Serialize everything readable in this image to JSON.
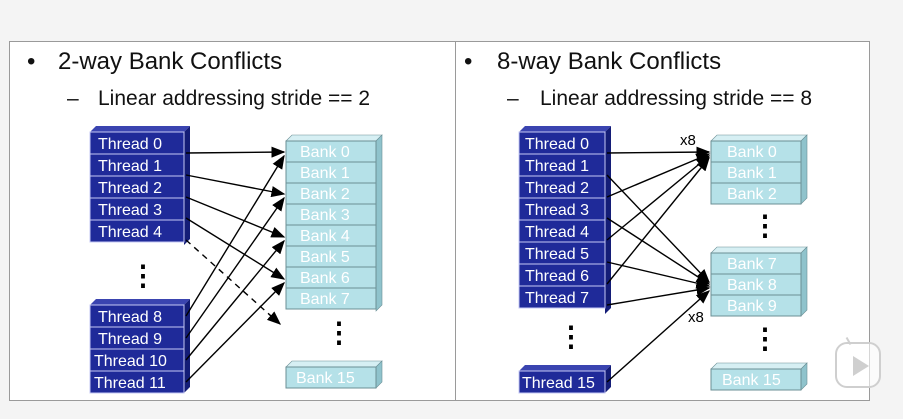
{
  "left": {
    "bullet": "•",
    "title": "2-way Bank Conflicts",
    "dash": "–",
    "subtitle": "Linear addressing stride == 2",
    "threads_top": [
      "Thread 0",
      "Thread 1",
      "Thread 2",
      "Thread 3",
      "Thread 4"
    ],
    "threads_bottom": [
      "Thread 8",
      "Thread 9",
      "Thread 10",
      "Thread 11"
    ],
    "banks": [
      "Bank 0",
      "Bank 1",
      "Bank 2",
      "Bank 3",
      "Bank 4",
      "Bank 5",
      "Bank 6",
      "Bank 7"
    ],
    "bank_last": "Bank 15"
  },
  "right": {
    "bullet": "•",
    "title": "8-way Bank Conflicts",
    "dash": "–",
    "subtitle": "Linear addressing stride == 8",
    "threads": [
      "Thread 0",
      "Thread 1",
      "Thread 2",
      "Thread 3",
      "Thread 4",
      "Thread 5",
      "Thread 6",
      "Thread 7"
    ],
    "thread_last": "Thread 15",
    "banks_top": [
      "Bank 0",
      "Bank 1",
      "Bank 2"
    ],
    "banks_mid": [
      "Bank 7",
      "Bank 8",
      "Bank 9"
    ],
    "bank_last": "Bank 15",
    "multiplier_top": "x8",
    "multiplier_bottom": "x8"
  },
  "colors": {
    "thread_fill": "#1f2a99",
    "thread_stroke": "#c4c8f5",
    "bank_fill": "#b5e1e8",
    "bank_side": "#8fc3cc",
    "bank_stroke": "#6b8f95"
  },
  "ellipsis": "⋮"
}
